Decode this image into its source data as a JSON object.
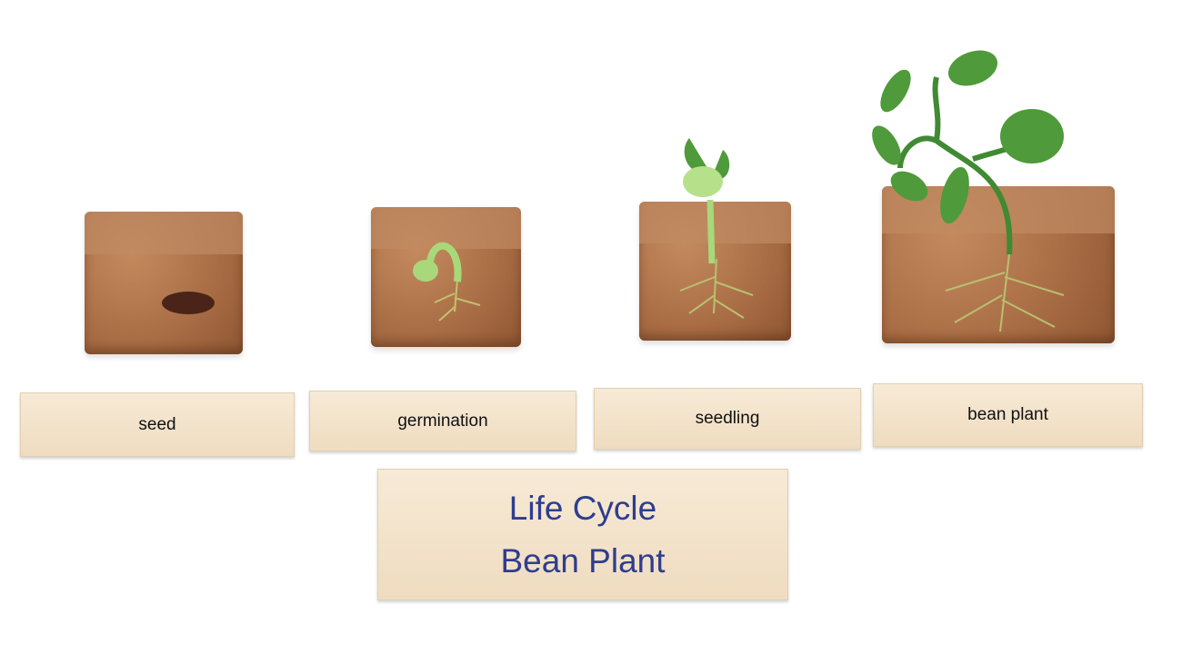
{
  "stages": [
    {
      "label": "seed"
    },
    {
      "label": "germination"
    },
    {
      "label": "seedling"
    },
    {
      "label": "bean plant"
    }
  ],
  "title": {
    "line1": "Life Cycle",
    "line2": "Bean Plant"
  },
  "colors": {
    "soil": "#a86c44",
    "leaf": "#4f9a3a",
    "sprout": "#a8d87a",
    "board": "#f3e4cc",
    "title_text": "#2e3d8f"
  }
}
